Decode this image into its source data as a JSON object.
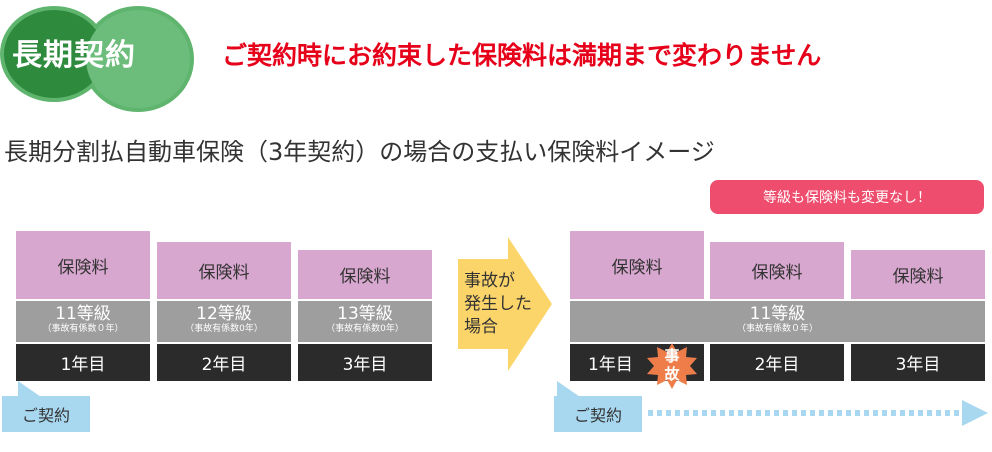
{
  "logo": {
    "text": "長期契約"
  },
  "headline": "ご契約時にお約束した保険料は満期まで変わりません",
  "subtitle": "長期分割払自動車保険（3年契約）の場合の支払い保険料イメージ",
  "left": {
    "premium_label": "保険料",
    "years": [
      {
        "grade": "11等級",
        "grade_note": "（事故有係数０年）",
        "year": "1年目"
      },
      {
        "grade": "12等級",
        "grade_note": "（事故有係数0年）",
        "year": "2年目"
      },
      {
        "grade": "13等級",
        "grade_note": "（事故有係数0年）",
        "year": "3年目"
      }
    ],
    "contract_label": "ご契約"
  },
  "arrow_text": [
    "事故が",
    "発生した",
    "場合"
  ],
  "right": {
    "note": "等級も保険料も変更なし！",
    "premium_label": "保険料",
    "grade": "11等級",
    "grade_note": "（事故有係数０年）",
    "years": [
      "1年目",
      "2年目",
      "3年目"
    ],
    "accident_badge": "事故",
    "contract_label": "ご契約"
  },
  "colors": {
    "logo_dark_green": "#2e8b3e",
    "logo_light_green": "#5fb46e",
    "headline_red": "#e6001a",
    "premium_pink": "#d8a7cf",
    "grade_gray": "#9e9e9e",
    "year_black": "#2b2b2b",
    "contract_blue": "#a8d8f0",
    "arrow_yellow": "#fbd56a",
    "note_pink": "#ee4d6e",
    "badge_orange": "#ee7d4a"
  }
}
